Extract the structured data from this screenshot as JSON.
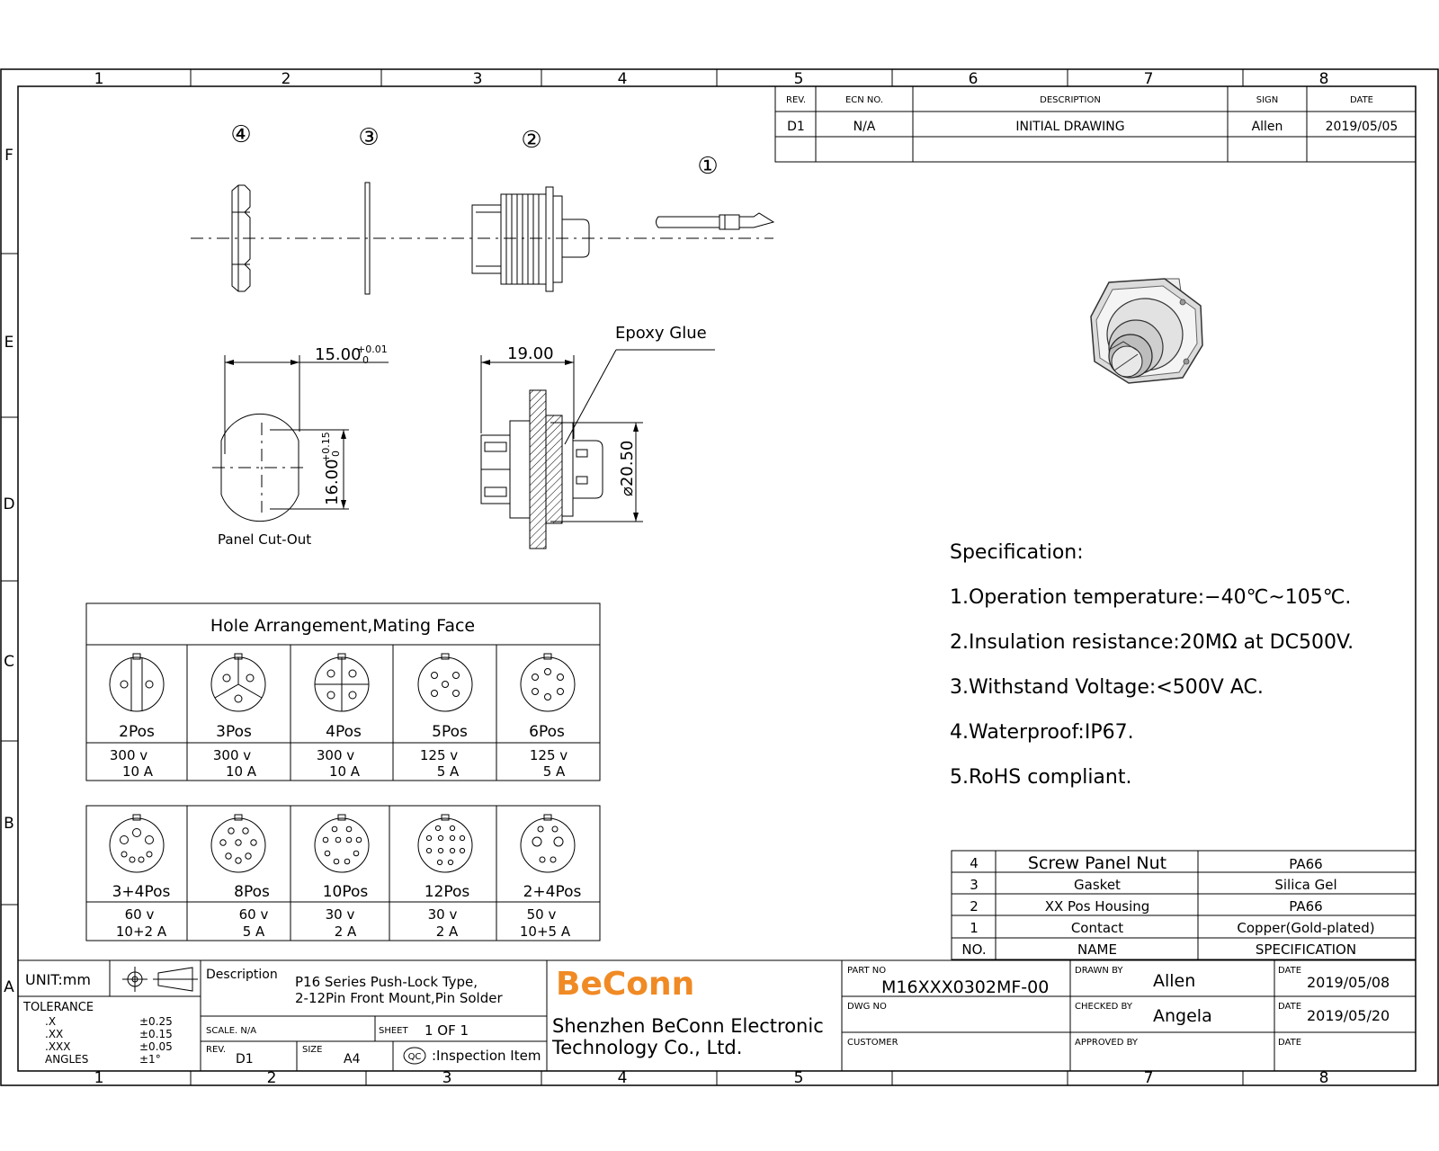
{
  "zones": {
    "columns": [
      "1",
      "2",
      "3",
      "4",
      "5",
      "6",
      "7",
      "8"
    ],
    "rows": [
      "F",
      "E",
      "D",
      "C",
      "B",
      "A"
    ]
  },
  "revision_table": {
    "headers": {
      "rev": "REV.",
      "ecn": "ECN NO.",
      "description": "DESCRIPTION",
      "sign": "SIGN",
      "date": "DATE"
    },
    "row": {
      "rev": "D1",
      "ecn": "N/A",
      "description": "INITIAL  DRAWING",
      "sign": "Allen",
      "date": "2019/05/05"
    }
  },
  "exploded_view": {
    "balloons": [
      "④",
      "③",
      "②",
      "①"
    ]
  },
  "dimensions": {
    "cutout_width": "15.00",
    "cutout_width_tol_upper": "+0.01",
    "cutout_width_tol_lower": "0",
    "cutout_height": "16.00",
    "cutout_height_tol_upper": "+0.15",
    "cutout_height_tol_lower": "0",
    "cutout_caption": "Panel  Cut-Out",
    "side_length": "19.00",
    "flange_diameter": "⌀20.50",
    "glue_callout": "Epoxy  Glue"
  },
  "hole_table": {
    "title": "Hole  Arrangement,Mating  Face",
    "row1": [
      {
        "name": "2Pos",
        "voltage": "300 v",
        "current": "10  A"
      },
      {
        "name": "3Pos",
        "voltage": "300 v",
        "current": "10  A"
      },
      {
        "name": "4Pos",
        "voltage": "300 v",
        "current": "10  A"
      },
      {
        "name": "5Pos",
        "voltage": "125 v",
        "current": "5  A"
      },
      {
        "name": "6Pos",
        "voltage": "125 v",
        "current": "5  A"
      }
    ],
    "row2": [
      {
        "name": "3+4Pos",
        "voltage": "60 v",
        "current": "10+2 A"
      },
      {
        "name": "8Pos",
        "voltage": "60 v",
        "current": "5  A"
      },
      {
        "name": "10Pos",
        "voltage": "30 v",
        "current": "2  A"
      },
      {
        "name": "12Pos",
        "voltage": "30 v",
        "current": "2  A"
      },
      {
        "name": "2+4Pos",
        "voltage": "50 v",
        "current": "10+5 A"
      }
    ]
  },
  "specification": {
    "heading": "Specification:",
    "items": [
      "1.Operation  temperature:−40℃~105℃.",
      "2.Insulation  resistance:20MΩ  at  DC500V.",
      "3.Withstand  Voltage:<500V  AC.",
      "4.Waterproof:IP67.",
      "5.RoHS  compliant."
    ]
  },
  "bom": {
    "headers": {
      "no": "NO.",
      "name": "NAME",
      "spec": "SPECIFICATION"
    },
    "rows": [
      {
        "no": "4",
        "name": "Screw  Panel  Nut",
        "spec": "PA66"
      },
      {
        "no": "3",
        "name": "Gasket",
        "spec": "Silica  Gel"
      },
      {
        "no": "2",
        "name": "XX  Pos  Housing",
        "spec": "PA66"
      },
      {
        "no": "1",
        "name": "Contact",
        "spec": "Copper(Gold-plated)"
      }
    ]
  },
  "title_block": {
    "unit": "UNIT:mm",
    "tolerance_label": "TOLERANCE",
    "tolerances": [
      {
        "label": ".X",
        "value": "±0.25"
      },
      {
        "label": ".XX",
        "value": "±0.15"
      },
      {
        "label": ".XXX",
        "value": "±0.05"
      },
      {
        "label": "ANGLES",
        "value": "±1°"
      }
    ],
    "description_label": "Description",
    "description_line1": "P16  Series  Push-Lock  Type,",
    "description_line2": "2-12Pin  Front  Mount,Pin  Solder",
    "scale_label": "SCALE. N/A",
    "sheet_label": "SHEET",
    "sheet_value": "1   OF   1",
    "rev_label": "REV.",
    "rev_value": "D1",
    "size_label": "SIZE",
    "size_value": "A4",
    "qc_symbol": "QC",
    "inspection": ":Inspection  Item",
    "company_logo": "BeConn",
    "company_line1": "Shenzhen  BeConn  Electronic",
    "company_line2": "Technology  Co.,  Ltd.",
    "part_no_label": "PART NO",
    "part_no": "M16XXX0302MF-00",
    "dwg_no_label": "DWG NO",
    "customer_label": "CUSTOMER",
    "drawn_by_label": "DRAWN BY",
    "drawn_by": "Allen",
    "checked_by_label": "CHECKED BY",
    "checked_by": "Angela",
    "approved_by_label": "APPROVED BY",
    "date_label": "DATE",
    "drawn_date": "2019/05/08",
    "checked_date": "2019/05/20",
    "brand_color": "#F08A24"
  }
}
